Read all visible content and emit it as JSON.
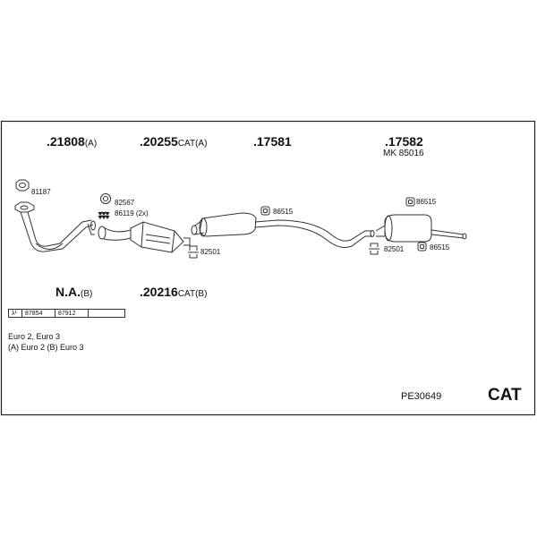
{
  "header_parts": [
    {
      "number": ".21808",
      "suffix": "(A)"
    },
    {
      "number": ".20255",
      "suffix": "CAT(A)"
    },
    {
      "number": ".17581",
      "suffix": ""
    },
    {
      "number": ".17582",
      "suffix": ""
    }
  ],
  "mk_note": "MK 85016",
  "lower_parts": [
    {
      "number": "N.A.",
      "suffix": "(B)"
    },
    {
      "number": ".20216",
      "suffix": "CAT(B)"
    }
  ],
  "small_parts": {
    "p81187": "81187",
    "p82567": "82567",
    "p86119": "86119 (2x)",
    "p82501_a": "82501",
    "p86515_a": "86515",
    "p86515_b": "86515",
    "p82501_b": "82501",
    "p86515_c": "86515"
  },
  "lambda_table": [
    "λ¹",
    "87854",
    "87912",
    ""
  ],
  "notes": {
    "line1": "Euro 2, Euro 3",
    "line2": "(A) Euro 2  (B) Euro 3"
  },
  "reference": "PE30649",
  "badge": "CAT"
}
